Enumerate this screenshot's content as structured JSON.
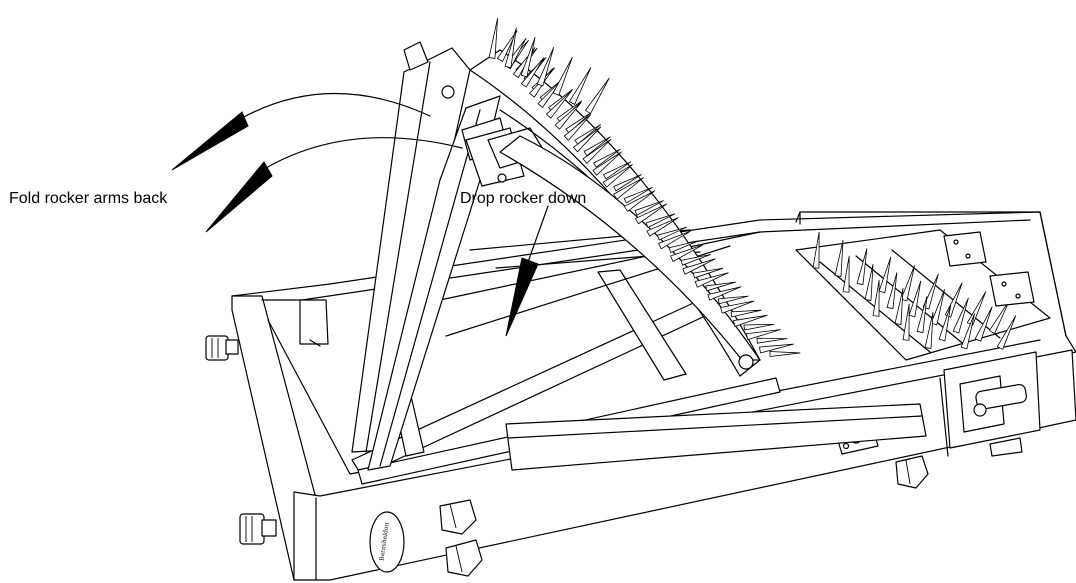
{
  "labels": {
    "fold_rocker_arms_back": "Fold rocker arms back",
    "drop_rocker_down": "Drop rocker down"
  },
  "stamp": {
    "text": "Barnsheldon"
  },
  "colors": {
    "line": "#000000",
    "background": "#ffffff"
  }
}
